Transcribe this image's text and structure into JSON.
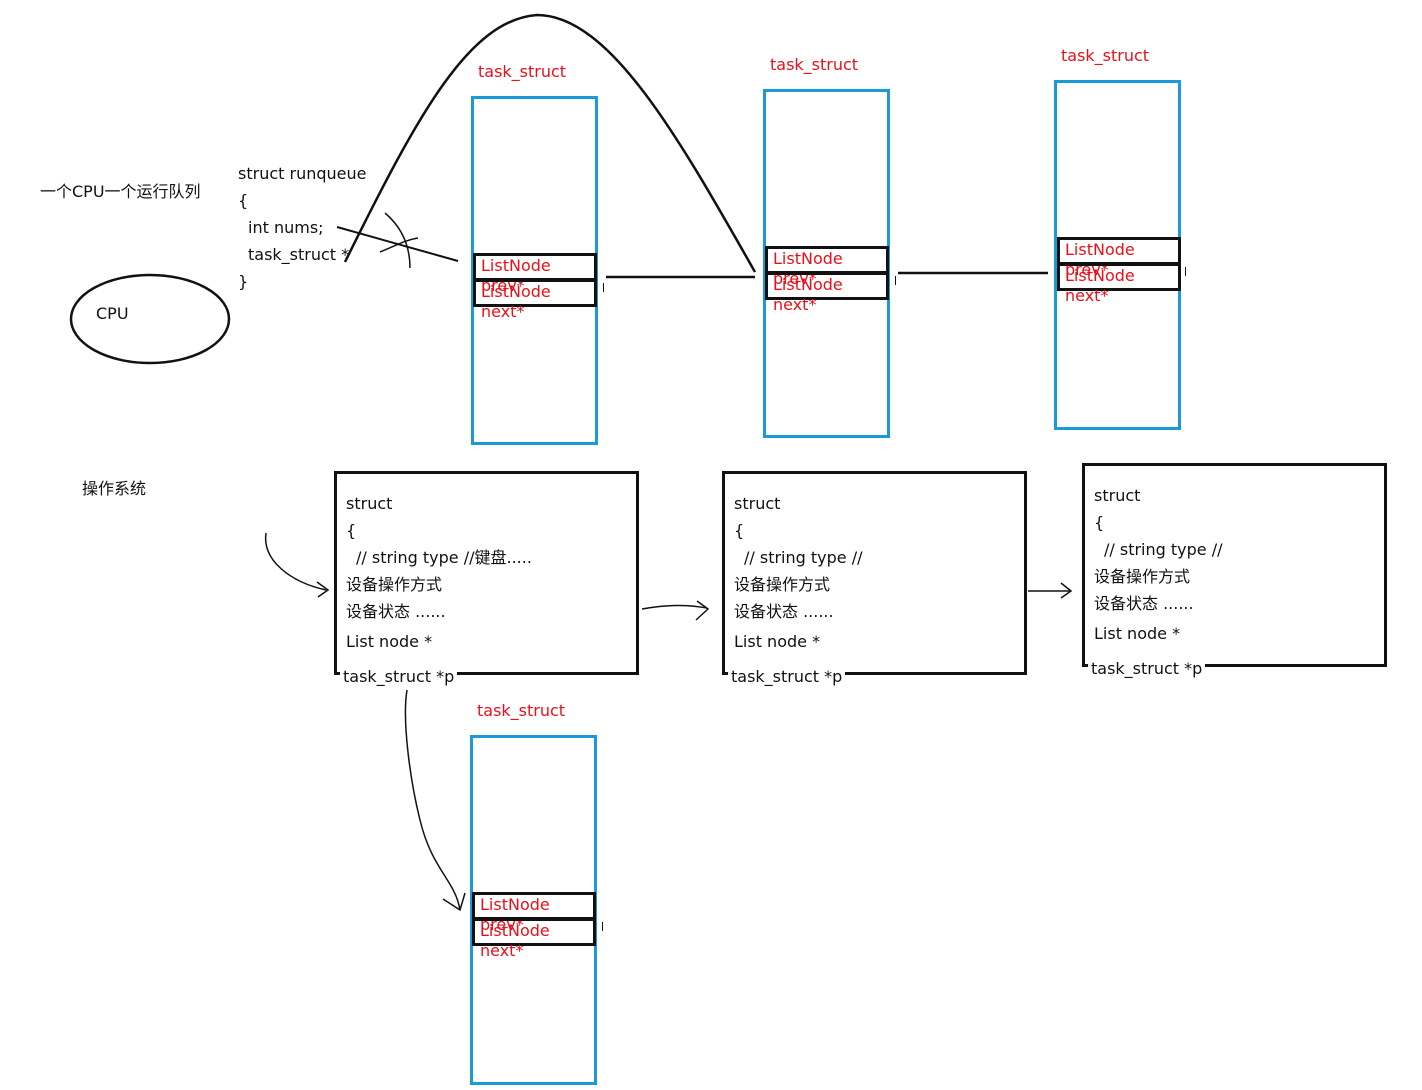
{
  "labels": {
    "cpu_queue_note": "一个CPU一个运行队列",
    "cpu": "CPU",
    "os": "操作系统"
  },
  "runqueue": {
    "line1": "struct runqueue",
    "line2": "{",
    "line3": "int nums;",
    "line4": "task_struct *",
    "line5": "}"
  },
  "task_structs": [
    {
      "title": "task_struct",
      "prev": "ListNode prev*",
      "next": "ListNode next*"
    },
    {
      "title": "task_struct",
      "prev": "ListNode prev*",
      "next": "ListNode next*"
    },
    {
      "title": "task_struct",
      "prev": "ListNode prev*",
      "next": "ListNode next*"
    },
    {
      "title": "task_struct",
      "prev": "ListNode prev*",
      "next": "ListNode next*"
    }
  ],
  "device_structs": [
    {
      "l1": "struct",
      "l2": "{",
      "l3": "// string type //键盘.....",
      "l4": "设备操作方式",
      "l5": "设备状态  ......",
      "l6": "List node *",
      "l7": "task_struct *p"
    },
    {
      "l1": "struct",
      "l2": "{",
      "l3": "// string type //",
      "l4": "设备操作方式",
      "l5": "设备状态  ......",
      "l6": "List node *",
      "l7": "task_struct *p"
    },
    {
      "l1": "struct",
      "l2": "{",
      "l3": "// string type //",
      "l4": "设备操作方式",
      "l5": "设备状态  ......",
      "l6": "List node *",
      "l7": "task_struct *p"
    }
  ],
  "colors": {
    "box": "#1c9ad6",
    "label": "#e8101a",
    "ink": "#111111"
  }
}
